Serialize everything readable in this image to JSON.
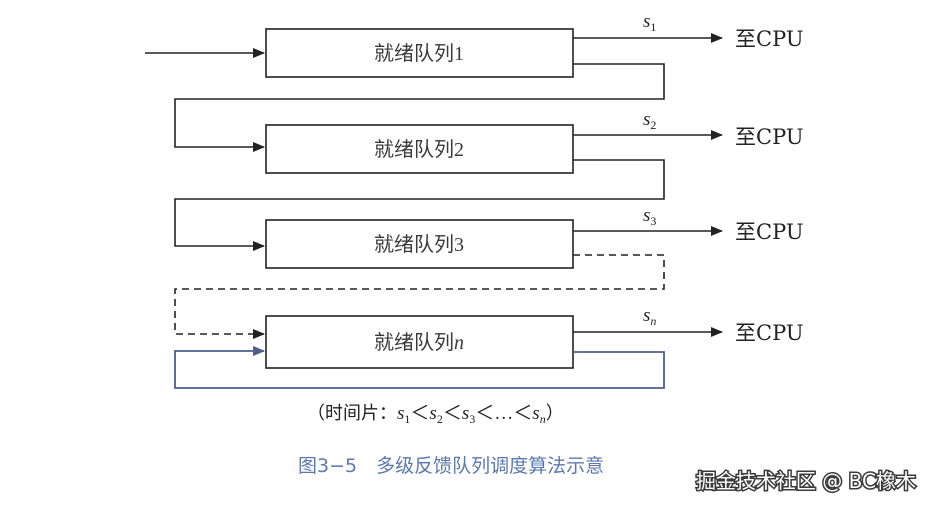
{
  "queues": [
    {
      "label": "就绪队列",
      "suffix": "1"
    },
    {
      "label": "就绪队列",
      "suffix": "2"
    },
    {
      "label": "就绪队列",
      "suffix": "3"
    },
    {
      "label": "就绪队列",
      "suffix": "n"
    }
  ],
  "destination_label": "至CPU",
  "time_slices": [
    {
      "symbol": "s",
      "subscript": "1"
    },
    {
      "symbol": "s",
      "subscript": "2"
    },
    {
      "symbol": "s",
      "subscript": "3"
    },
    {
      "symbol": "s",
      "subscript": "n"
    }
  ],
  "time_slice_note": {
    "prefix": "（时间片：",
    "less_than": "＜",
    "ellipsis": "…",
    "suffix": "）"
  },
  "caption": "图3−5　多级反馈队列调度算法示意",
  "watermark": "掘金技术社区 @ BC橡木",
  "colors": {
    "line": "#222222",
    "feedback_line": "#4a5f8f",
    "caption": "#5a79b0"
  }
}
